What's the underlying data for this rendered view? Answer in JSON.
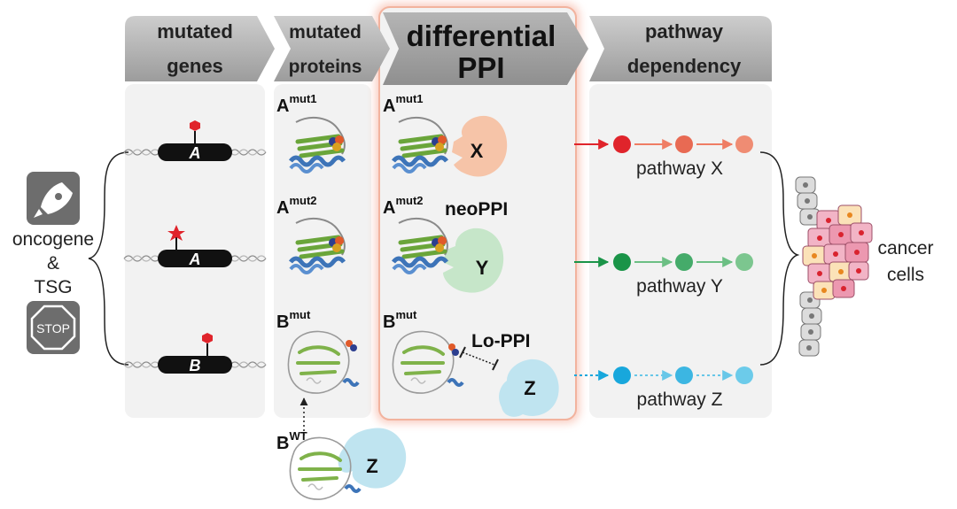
{
  "headers": {
    "mutated_genes": [
      "mutated",
      "genes"
    ],
    "mutated_proteins": [
      "mutated",
      "proteins"
    ],
    "differential_ppi": [
      "differential",
      "PPI"
    ],
    "pathway_dependency": [
      "pathway",
      "dependency"
    ]
  },
  "left_labels": {
    "oncogene": "oncogene",
    "amp": "&",
    "tsg": "TSG",
    "stop_sign": "STOP",
    "rocket_icon": "rocket-icon"
  },
  "genes": [
    "A",
    "A",
    "B"
  ],
  "proteins": {
    "a_mut1": {
      "base": "A",
      "sup": "mut1"
    },
    "a_mut2": {
      "base": "A",
      "sup": "mut2"
    },
    "b_mut": {
      "base": "B",
      "sup": "mut"
    },
    "b_wt": {
      "base": "B",
      "sup": "WT"
    }
  },
  "partners": {
    "x": "X",
    "y": "Y",
    "z": "Z",
    "z_wt": "Z"
  },
  "ppi_labels": {
    "neoppi": "neoPPI",
    "loppi": "Lo-PPI"
  },
  "pathways": [
    "pathway X",
    "pathway Y",
    "pathway Z"
  ],
  "cancer_cells": [
    "cancer",
    "cells"
  ],
  "colors": {
    "red": "#e0242b",
    "red_light": "#ef7d64",
    "green": "#1a9448",
    "green_light": "#6cbf84",
    "blue": "#18a7dc",
    "blue_light": "#68c7e8",
    "x_blob": "#f6c4a8",
    "y_blob": "#c6e6c9",
    "z_blob": "#bfe4f0",
    "panel": "#f2f2f2",
    "header": "#aeaeae"
  }
}
